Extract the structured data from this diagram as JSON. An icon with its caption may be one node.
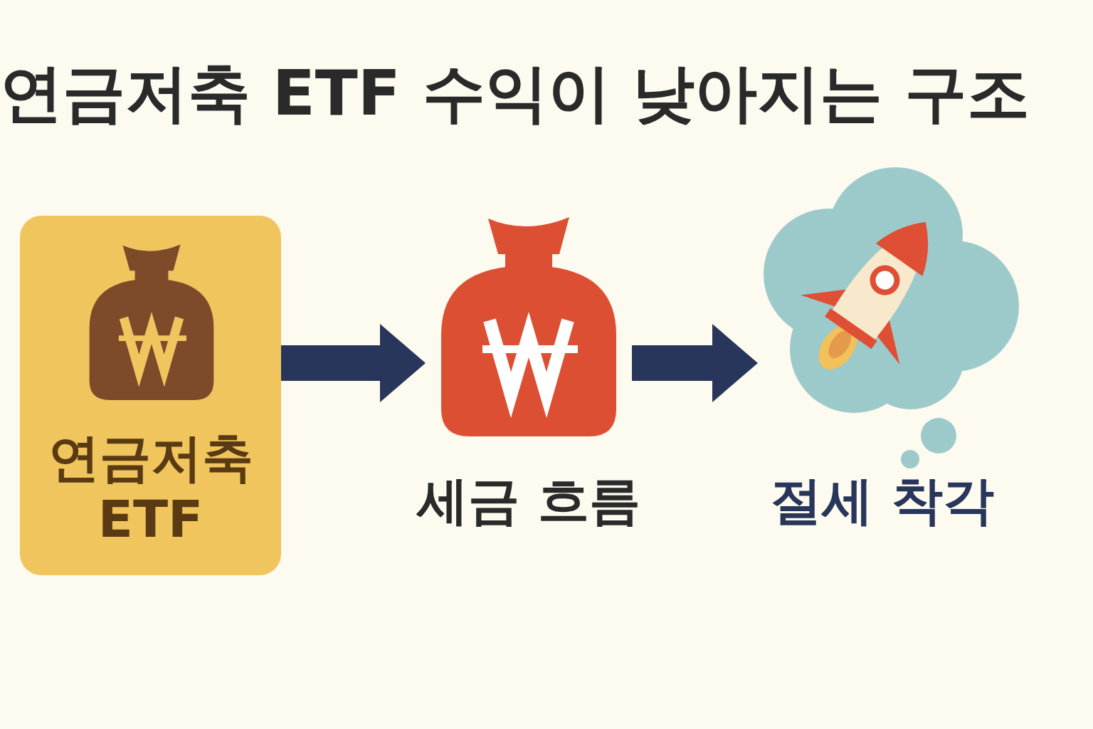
{
  "diagram": {
    "title": "연금저축 ETF 수익이 낮아지는 구조",
    "nodes": [
      {
        "text": [
          "연금저축 ETF"
        ]
      },
      {
        "text": [
          "세금 흐름"
        ]
      },
      {
        "text": [
          "절세 착각"
        ]
      }
    ],
    "edges": [
      {
        "from": 0,
        "to": 1,
        "arrow": "to"
      },
      {
        "from": 1,
        "to": 2,
        "arrow": "to"
      }
    ]
  }
}
